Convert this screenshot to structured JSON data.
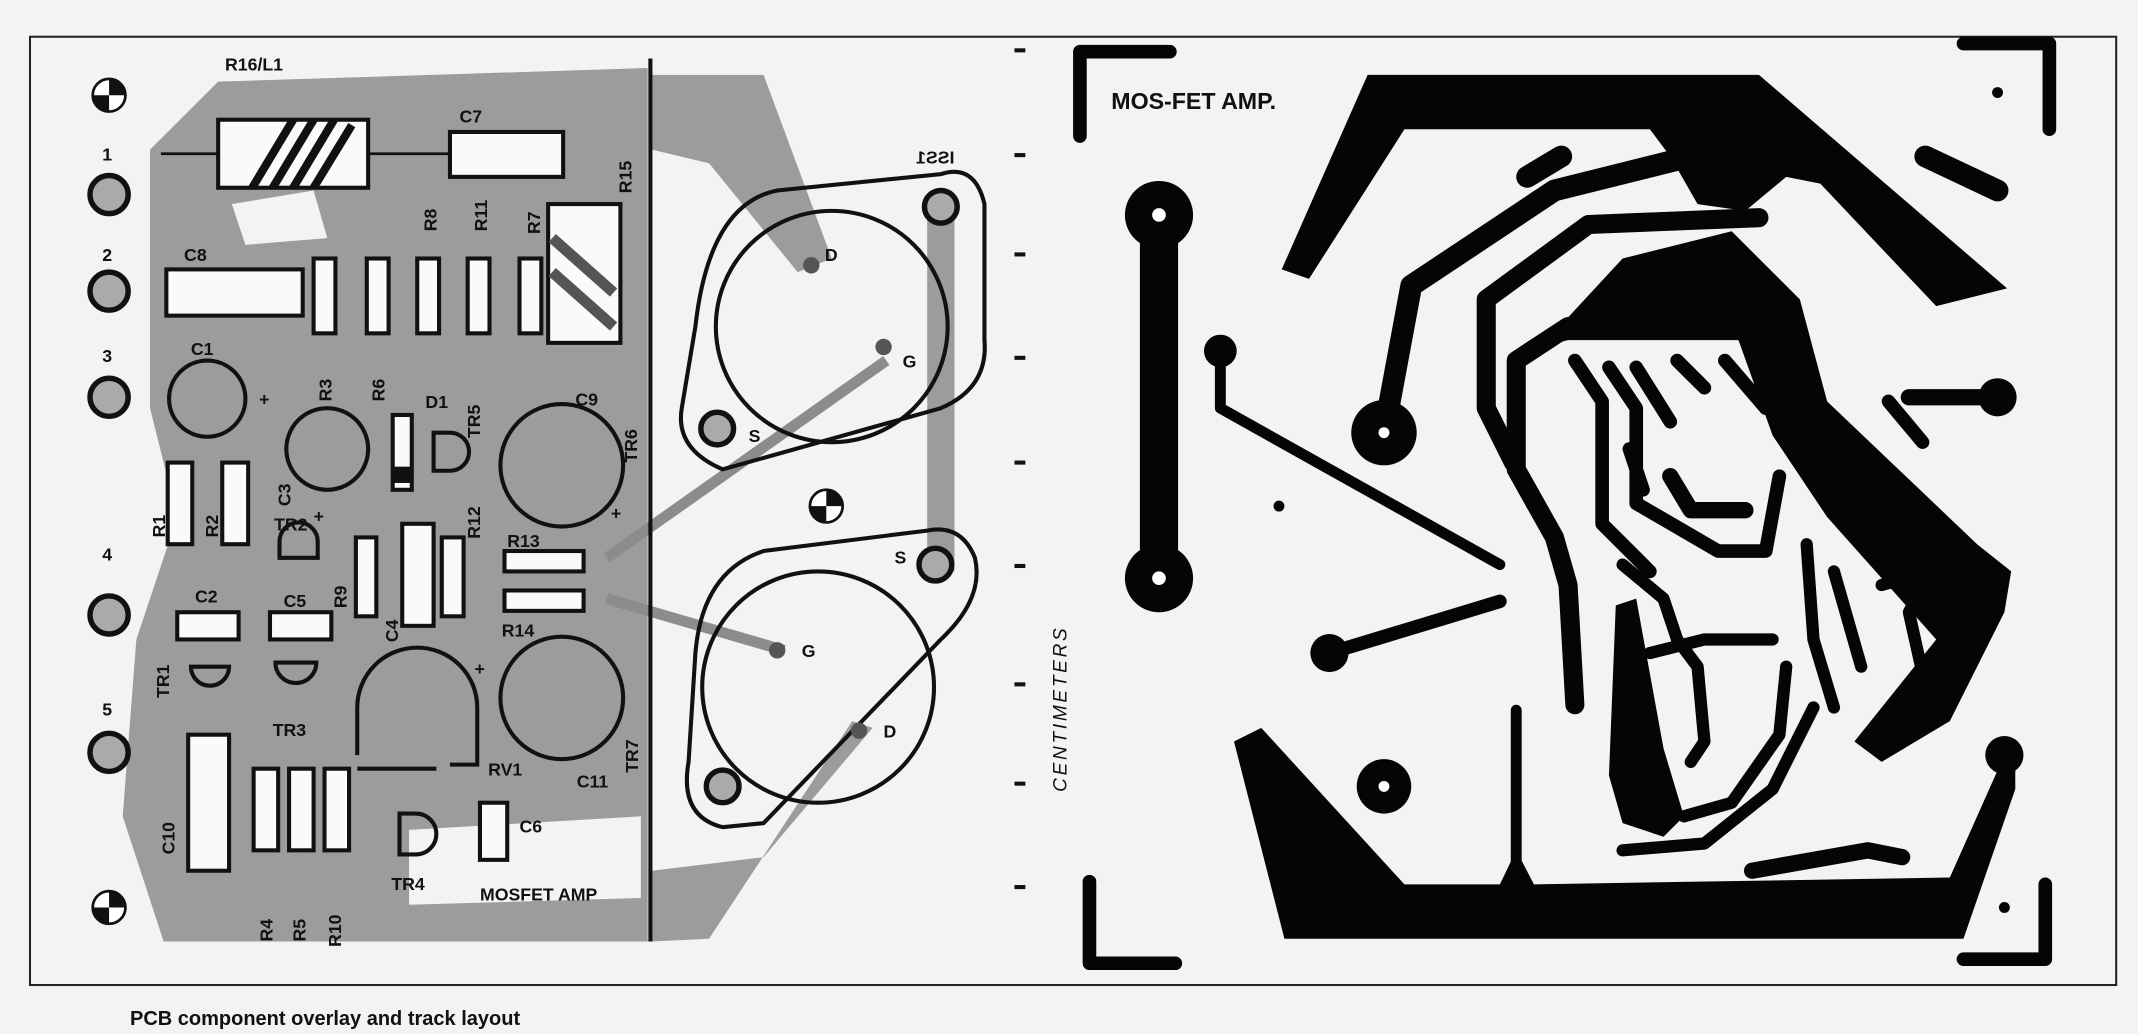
{
  "caption": "PCB component overlay and track layout",
  "overlay": {
    "board_label": "MOSFET AMP",
    "mirrored_mark": "ISS1",
    "terminals": [
      "1",
      "2",
      "3",
      "4",
      "5"
    ],
    "components": [
      "R16/L1",
      "C7",
      "R15",
      "C8",
      "R3",
      "R6",
      "R8",
      "R11",
      "R7",
      "D1",
      "TR5",
      "C9",
      "TR6",
      "C1",
      "C3",
      "TR2",
      "R1",
      "R2",
      "R12",
      "R13",
      "R9",
      "C4",
      "R14",
      "C2",
      "C5",
      "TR1",
      "TR3",
      "RV1",
      "C11",
      "TR7",
      "C10",
      "C6",
      "TR4",
      "R4",
      "R5",
      "R10"
    ],
    "mosfet_pins": {
      "top": [
        "D",
        "G",
        "S"
      ],
      "bottom": [
        "S",
        "G",
        "D"
      ]
    }
  },
  "scale": {
    "label": "CENTIMETERS",
    "ticks": 9
  },
  "track_layout": {
    "title": "MOS-FET AMP."
  },
  "colors": {
    "paper": "#f3f3f1",
    "copper_overlay": "#8c8c8c",
    "track": "#050505"
  }
}
